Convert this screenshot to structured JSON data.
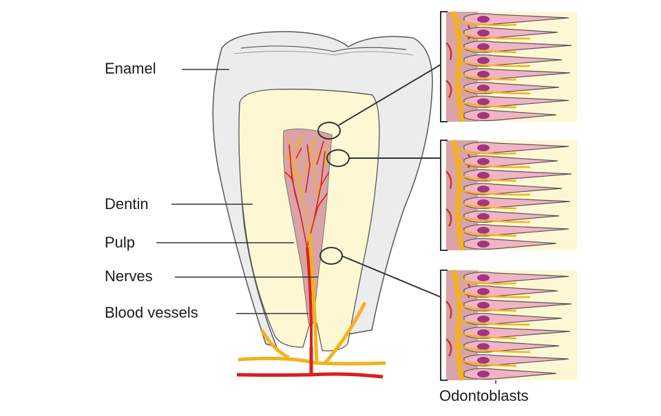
{
  "labels": {
    "enamel": "Enamel",
    "dentin": "Dentin",
    "pulp": "Pulp",
    "nerves": "Nerves",
    "blood_vessels": "Blood vessels",
    "odontoblasts": "Odontoblasts"
  },
  "colors": {
    "enamel": "#ececec",
    "dentin": "#fdf8d3",
    "pulp": "#d9a3a8",
    "nerve": "#f4b21b",
    "vessel": "#d9201a",
    "cell": "#f1b4c4",
    "nucleus": "#a1357f",
    "outline": "#555555"
  }
}
